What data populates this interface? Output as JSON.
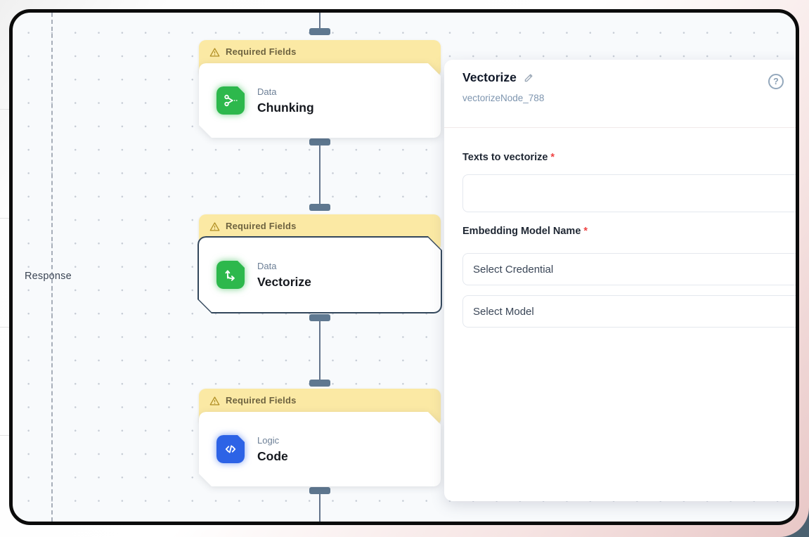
{
  "canvas": {
    "response_label": "Response",
    "nodes": [
      {
        "banner": "Required Fields",
        "category": "Data",
        "title": "Chunking",
        "icon": "scissors-icon",
        "accent": "#2db84c",
        "selected": false
      },
      {
        "banner": "Required Fields",
        "category": "Data",
        "title": "Vectorize",
        "icon": "vector-axes-icon",
        "accent": "#2db84c",
        "selected": true
      },
      {
        "banner": "Required Fields",
        "category": "Logic",
        "title": "Code",
        "icon": "code-brackets-icon",
        "accent": "#2d63e6",
        "selected": false
      }
    ]
  },
  "panel": {
    "title": "Vectorize",
    "node_id": "vectorizeNode_788",
    "help_label": "?",
    "required_marker": "*",
    "fields": {
      "texts": {
        "label": "Texts to vectorize",
        "required": true,
        "value": ""
      },
      "embedding": {
        "label": "Embedding Model Name",
        "required": true,
        "credential_placeholder": "Select Credential",
        "model_placeholder": "Select Model"
      }
    }
  },
  "icons": {
    "warning": "warning-triangle-icon",
    "edit": "pencil-icon",
    "help": "question-circle-icon",
    "chunking": "scissors-icon",
    "vectorize": "vector-axes-icon",
    "code": "code-brackets-icon"
  },
  "colors": {
    "canvas_bg": "#f8fafc",
    "banner_bg": "#fbe9a4",
    "banner_text": "#6e6340",
    "node_green": "#2db84c",
    "node_blue": "#2d63e6",
    "edge": "#64748b",
    "handle": "#5f7890",
    "selected_border": "#33475c",
    "required": "#ef4444",
    "frame": "#0b0b0b",
    "outer_pink": "#e8c7c6",
    "outer_slate": "#4b6170"
  }
}
